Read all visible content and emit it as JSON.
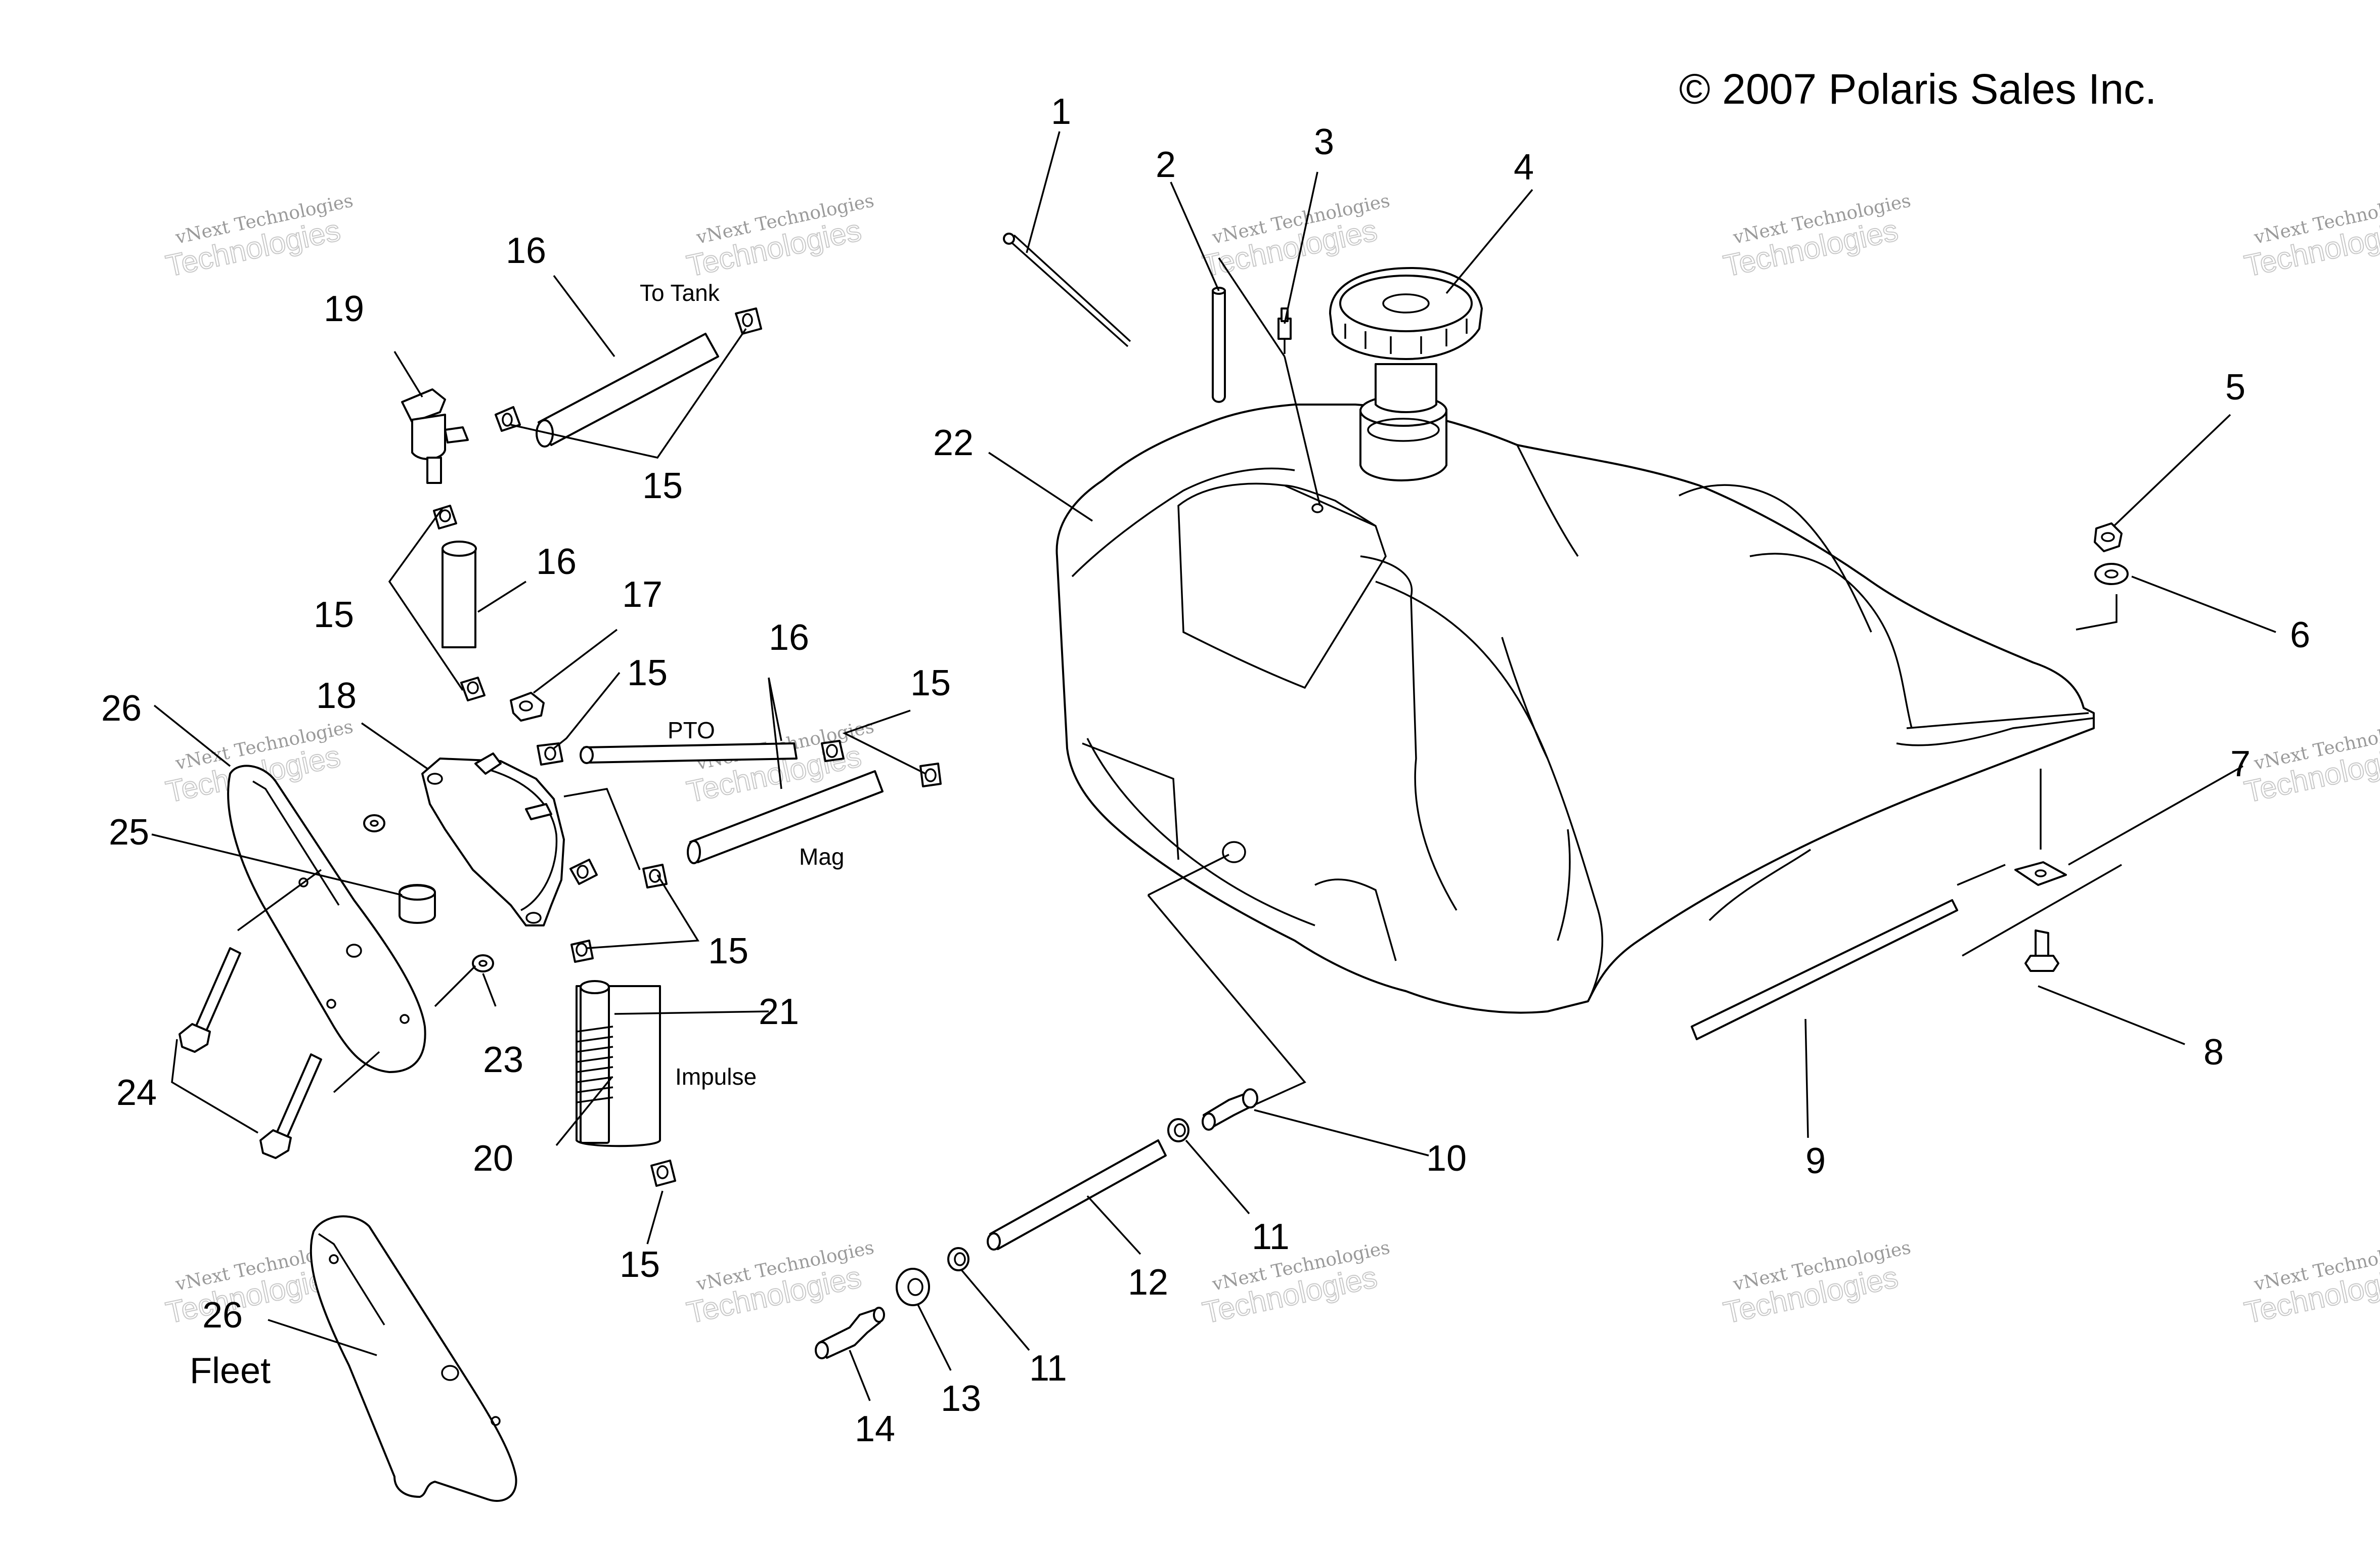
{
  "copyright": "© 2007 Polaris Sales Inc.",
  "watermark": {
    "line1": "vNext Technologies",
    "line2": "Technologies",
    "corner": "vNext"
  },
  "callouts": {
    "c1": "1",
    "c2": "2",
    "c3": "3",
    "c4": "4",
    "c5": "5",
    "c6": "6",
    "c7": "7",
    "c8": "8",
    "c9": "9",
    "c10": "10",
    "c11a": "11",
    "c11b": "11",
    "c12": "12",
    "c13": "13",
    "c14": "14",
    "c15a": "15",
    "c15b": "15",
    "c15c": "15",
    "c15d": "15",
    "c15e": "15",
    "c15f": "15",
    "c16a": "16",
    "c16b": "16",
    "c16c": "16",
    "c17": "17",
    "c18": "18",
    "c19": "19",
    "c20": "20",
    "c21": "21",
    "c22": "22",
    "c23": "23",
    "c24": "24",
    "c25": "25",
    "c26a": "26",
    "c26b": "26"
  },
  "notes": {
    "to_tank": "To Tank",
    "pto": "PTO",
    "mag": "Mag",
    "impulse": "Impulse",
    "fleet": "Fleet"
  }
}
